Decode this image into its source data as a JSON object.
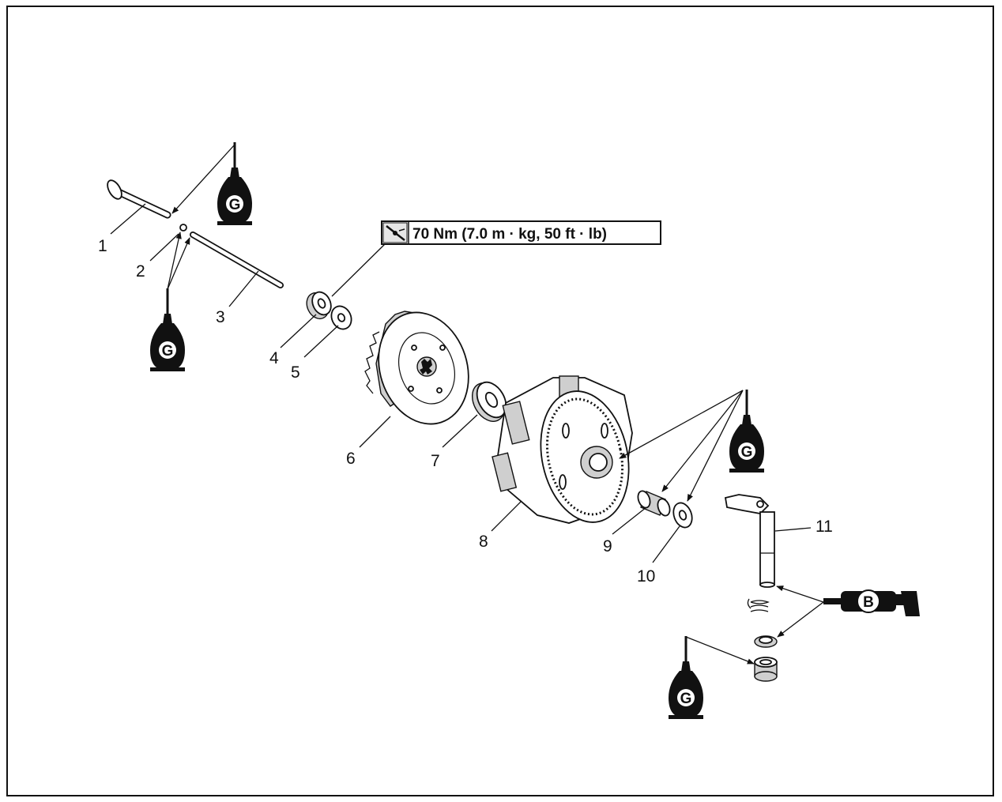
{
  "torque": {
    "text": "70 Nm (7.0 m · kg, 50 ft · lb)"
  },
  "labels": {
    "p1": "1",
    "p2": "2",
    "p3": "3",
    "p4": "4",
    "p5": "5",
    "p6": "6",
    "p7": "7",
    "p8": "8",
    "p9": "9",
    "p10": "10",
    "p11": "11"
  },
  "lubricant": {
    "grease": "G",
    "molybdenum": "B"
  },
  "icons": {
    "grease": "grease-can-icon",
    "molybdenum": "grease-gun-icon",
    "torque": "torque-wrench-icon"
  }
}
